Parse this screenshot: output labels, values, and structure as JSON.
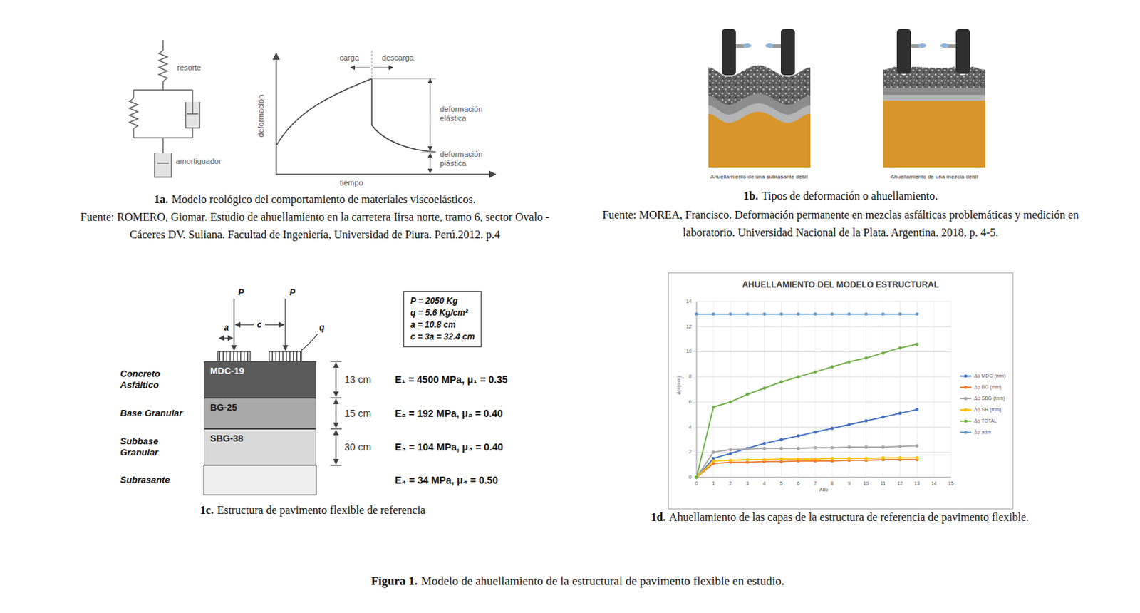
{
  "diagram": {
    "caption": "Modelo de ahuellamiento de la estructural de pavimento flexible en estudio.",
    "nodes": [
      {
        "text": [
          "P = 2050 Kg",
          "q = 5.6 Kg/cm²",
          "a = 10.8 cm",
          "c = 3a = 32.4 cm"
        ]
      },
      {
        "text": [
          "MDC-19"
        ]
      },
      {
        "text": [
          "BG-25"
        ]
      },
      {
        "text": [
          "SBG-38"
        ]
      }
    ],
    "labels": [
      "resorte",
      "amortiguador",
      "deformación",
      "tiempo",
      "carga",
      "descarga",
      "deformación elástica",
      "deformación plástica",
      "1a.",
      "Modelo reológico del comportamiento de materiales viscoelásticos.",
      "Fuente: ROMERO, Giomar. Estudio de ahuellamiento en la carretera Iirsa norte, tramo 6, sector Ovalo - Cáceres DV. Suliana. Facultad de Ingeniería, Universidad de Piura. Perú.2012. p.4",
      "Ahuellamiento de una subrasante débil",
      "Ahuellamiento de una mezcla débil",
      "1b.",
      "Tipos de deformación o ahuellamiento.",
      "Fuente: MOREA, Francisco. Deformación permanente en mezclas asfálticas problemáticas y medición en laboratorio. Universidad Nacional de la Plata. Argentina. 2018, p. 4-5.",
      "P",
      "P",
      "a",
      "c",
      "q",
      "Concreto Asfáltico",
      "Base Granular",
      "Subbase Granular",
      "Subrasante",
      "13 cm",
      "15 cm",
      "30 cm",
      "E₁ = 4500 MPa, μ₁ = 0.35",
      "E₂ = 192 MPa, μ₂ = 0.40",
      "E₃ = 104 MPa, μ₃ = 0.40",
      "E₄ = 34 MPa, μ₄ = 0.50",
      "1c.",
      "Estructura de pavimento flexible de referencia",
      "AHUELLAMIENTO DEL MODELO ESTRUCTURAL",
      "Δp (mm)",
      "Año",
      "0",
      "2",
      "4",
      "6",
      "8",
      "10",
      "12",
      "14",
      "0",
      "1",
      "2",
      "3",
      "4",
      "5",
      "6",
      "7",
      "8",
      "9",
      "10",
      "11",
      "12",
      "13",
      "14",
      "15",
      "1d.",
      "Ahuellamiento de las capas de la estructura de referencia de pavimento flexible.",
      "Figura 1."
    ],
    "legend": [
      {
        "text": "Δp MDC (mm)"
      },
      {
        "text": "Δp BG (mm)"
      },
      {
        "text": "Δp SBG (mm)"
      },
      {
        "text": "Δp SR (mm)"
      },
      {
        "text": "Δp TOTAL"
      },
      {
        "text": "Δp adm"
      }
    ]
  }
}
